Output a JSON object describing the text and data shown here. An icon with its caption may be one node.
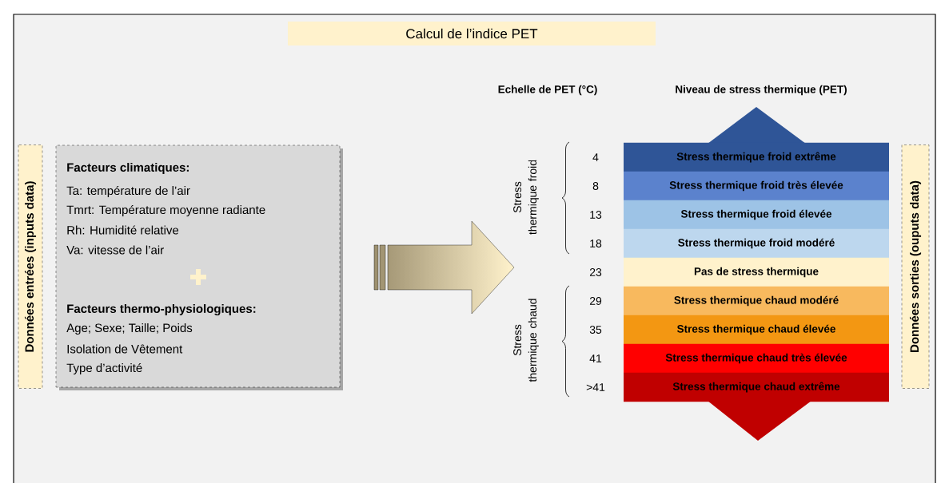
{
  "diagram": {
    "nodes": [
      {
        "text": [
          "Calcul de l’indice PET"
        ]
      },
      {
        "text": [
          "Données entrées (inputs data)"
        ]
      },
      {
        "text": [
          "Facteurs climatiques:",
          "Ta: température de l’air",
          "Tmrt: Température moyenne radiante",
          "Rh: Humidité relative",
          "Va: vitesse de l’air",
          "Facteurs thermo-physiologiques:",
          "Age; Sexe; Taille; Poids",
          "Isolation de Vêtement",
          "Type d’activité"
        ]
      },
      {
        "text": [],
        "shape": "arrow"
      },
      {
        "text": [
          "Stress thermique froid extrême"
        ]
      },
      {
        "text": [
          "Stress thermique froid très élevée"
        ]
      },
      {
        "text": [
          "Stress thermique froid élevée"
        ]
      },
      {
        "text": [
          "Stress thermique froid modéré"
        ]
      },
      {
        "text": [
          "Pas de stress thermique"
        ]
      },
      {
        "text": [
          "Stress thermique chaud modéré"
        ]
      },
      {
        "text": [
          "Stress thermique chaud élevée"
        ]
      },
      {
        "text": [
          "Stress thermique chaud très élevée"
        ]
      },
      {
        "text": [
          "Stress thermique chaud extrême"
        ]
      },
      {
        "text": [
          "Données sorties (ouputs data)"
        ]
      }
    ],
    "labels": [
      "Echelle de PET (°C)",
      "Niveau de stress thermique (PET)",
      "Stress thermique froid",
      "Stress thermique chaud",
      "4",
      "8",
      "13",
      "18",
      "23",
      "29",
      "35",
      "41",
      ">41"
    ]
  }
}
